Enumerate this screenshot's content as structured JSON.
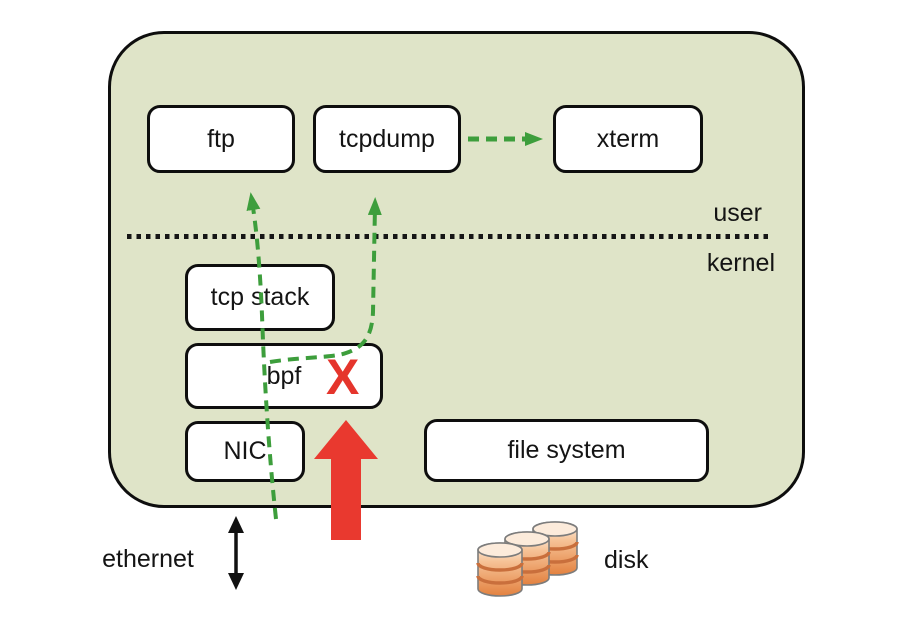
{
  "colors": {
    "os_box_fill": "#dfe4c8",
    "box_border": "#0e0e0e",
    "green_flow": "#3d9e3c",
    "red_blocked": "#e9392f",
    "text": "#141414",
    "disk_orange": "#e8874a"
  },
  "os_box": {
    "user_label": "user",
    "kernel_label": "kernel"
  },
  "nodes": {
    "ftp": {
      "label": "ftp"
    },
    "tcpdump": {
      "label": "tcpdump"
    },
    "xterm": {
      "label": "xterm"
    },
    "tcp_stack": {
      "label": "tcp stack"
    },
    "bpf": {
      "label": "bpf"
    },
    "nic": {
      "label": "NIC"
    },
    "file_system": {
      "label": "file system"
    }
  },
  "annotations": {
    "blocked_mark": "X"
  },
  "external": {
    "ethernet_label": "ethernet",
    "disk_label": "disk"
  },
  "edges": [
    {
      "id": "packet-flow-to-ftp",
      "from": "ethernet",
      "to": "ftp",
      "via": [
        "NIC",
        "bpf",
        "tcp stack"
      ],
      "style": "green-dashed-arrow"
    },
    {
      "id": "packet-copy-to-tcpdump",
      "from": "bpf",
      "to": "tcpdump",
      "style": "green-dashed-arrow"
    },
    {
      "id": "tcpdump-to-xterm",
      "from": "tcpdump",
      "to": "xterm",
      "style": "green-dashed-arrow"
    },
    {
      "id": "blocked-path-into-bpf",
      "from": "below-os",
      "to": "bpf",
      "style": "red-solid-arrow",
      "blocked_by": "X"
    },
    {
      "id": "ethernet-link",
      "from": "ethernet",
      "to": "os-box",
      "style": "black-double-arrow"
    }
  ]
}
